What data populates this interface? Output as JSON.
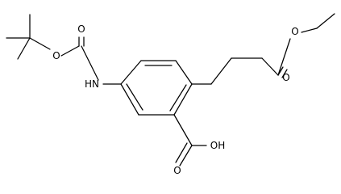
{
  "molecule": {
    "atoms": {
      "boc_ether_o": "O",
      "boc_carbonyl_o": "O",
      "nh": "HN",
      "ester_ether_o": "O",
      "ester_carbonyl_o": "O",
      "acid_oh": "OH",
      "acid_carbonyl_o": "O"
    }
  }
}
